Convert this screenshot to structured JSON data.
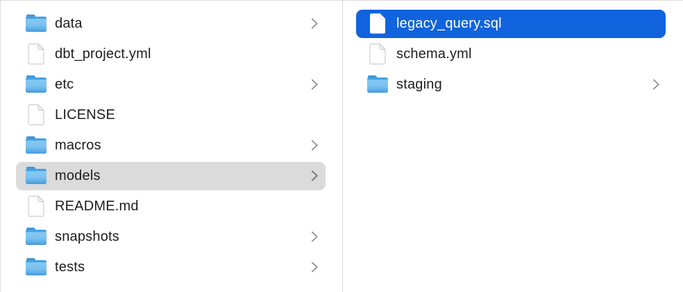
{
  "colors": {
    "selection_active": "#1163dd",
    "selection_inactive": "#dbdbdb",
    "text": "#1d1d1f",
    "text_selected": "#ffffff",
    "chevron": "#8f8f8f",
    "chevron_on_inactive": "#6e6e6e",
    "divider": "#d7d7d7",
    "window_border": "#dcdcdc",
    "folder_blue": "#5fb0e9",
    "file_border": "#c6c6c6"
  },
  "left_column": {
    "items": [
      {
        "label": "data",
        "type": "folder",
        "chevron": true,
        "selected": false
      },
      {
        "label": "dbt_project.yml",
        "type": "file",
        "chevron": false,
        "selected": false
      },
      {
        "label": "etc",
        "type": "folder",
        "chevron": true,
        "selected": false
      },
      {
        "label": "LICENSE",
        "type": "file",
        "chevron": false,
        "selected": false
      },
      {
        "label": "macros",
        "type": "folder",
        "chevron": true,
        "selected": false
      },
      {
        "label": "models",
        "type": "folder",
        "chevron": true,
        "selected": true,
        "selection": "inactive"
      },
      {
        "label": "README.md",
        "type": "file",
        "chevron": false,
        "selected": false
      },
      {
        "label": "snapshots",
        "type": "folder",
        "chevron": true,
        "selected": false
      },
      {
        "label": "tests",
        "type": "folder",
        "chevron": true,
        "selected": false
      }
    ]
  },
  "right_column": {
    "items": [
      {
        "label": "legacy_query.sql",
        "type": "file",
        "chevron": false,
        "selected": true,
        "selection": "active"
      },
      {
        "label": "schema.yml",
        "type": "file",
        "chevron": false,
        "selected": false
      },
      {
        "label": "staging",
        "type": "folder",
        "chevron": true,
        "selected": false
      }
    ]
  }
}
